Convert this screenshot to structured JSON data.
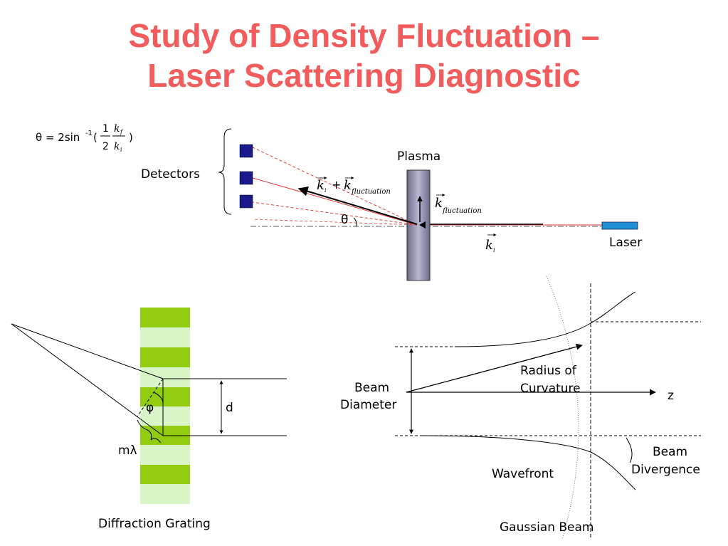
{
  "title": {
    "line1": "Study of Density Fluctuation –",
    "line2": "Laser Scattering Diagnostic"
  },
  "formula": {
    "lhs": "θ = 2sin",
    "exp": "-1",
    "open": "(",
    "frac1_num": "1",
    "frac1_den": "2",
    "frac2_num": "k",
    "frac2_num_sub": "f",
    "frac2_den": "k",
    "frac2_den_sub": "i",
    "close": ")"
  },
  "scattering": {
    "detectors_label": "Detectors",
    "plasma_label": "Plasma",
    "laser_label": "Laser",
    "theta_label": "θ",
    "k": "k",
    "sub_i": "i",
    "plus": "+",
    "sub_fluct": "fluctuation"
  },
  "grating": {
    "phi_label": "φ",
    "d_label": "d",
    "m_lambda_label": "mλ",
    "caption": "Diffraction Grating"
  },
  "gaussian": {
    "radius_label_1": "Radius of",
    "radius_label_2": "Curvature",
    "z_label": "z",
    "beam_diameter_1": "Beam",
    "beam_diameter_2": "Diameter",
    "beam_divergence_1": "Beam",
    "beam_divergence_2": "Divergence",
    "wavefront_label": "Wavefront",
    "caption": "Gaussian Beam"
  },
  "colors": {
    "title": "#f25c5c",
    "detector_fill": "#1a1a8c",
    "plasma_fill": "#8e8eae",
    "laser_fill": "#1f8fd6",
    "beam_red": "#e03a3a",
    "grating_dark": "#92cc10",
    "grating_light": "#d8f5c8"
  }
}
